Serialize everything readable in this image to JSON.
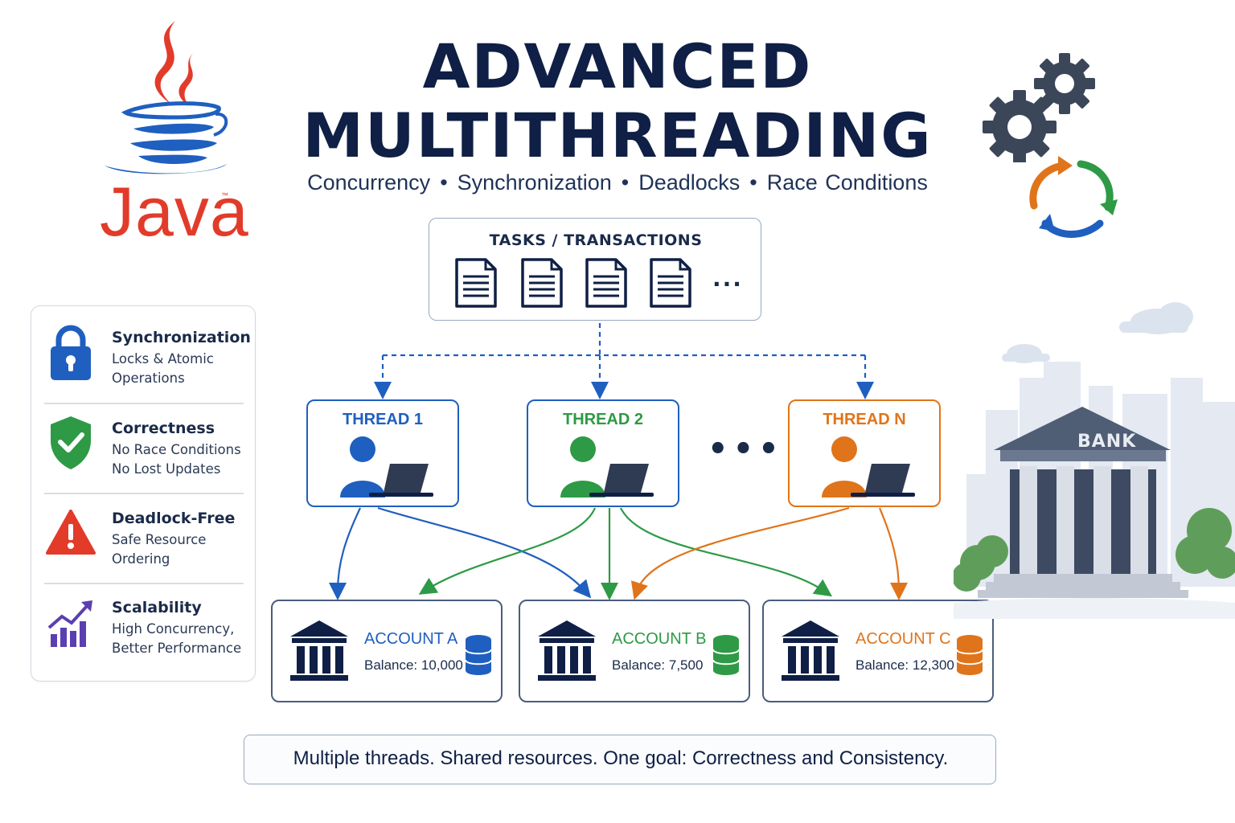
{
  "header": {
    "title_line1": "ADVANCED",
    "title_line2": "MULTITHREADING",
    "subtitle_items": [
      "Concurrency",
      "Synchronization",
      "Deadlocks",
      "Race Conditions"
    ],
    "subtitle_separator": "•"
  },
  "logo": {
    "word": "Java",
    "trademark": "™",
    "icon": "java-coffee-cup-icon",
    "color": "#e23b2a"
  },
  "features": [
    {
      "title": "Synchronization",
      "desc_line1": "Locks & Atomic",
      "desc_line2": "Operations",
      "icon": "padlock-icon",
      "color": "#1f5fbf"
    },
    {
      "title": "Correctness",
      "desc_line1": "No Race Conditions",
      "desc_line2": "No Lost Updates",
      "icon": "shield-check-icon",
      "color": "#2e9a45"
    },
    {
      "title": "Deadlock-Free",
      "desc_line1": "Safe Resource",
      "desc_line2": "Ordering",
      "icon": "warning-triangle-icon",
      "color": "#e23b2a"
    },
    {
      "title": "Scalability",
      "desc_line1": "High Concurrency,",
      "desc_line2": "Better Performance",
      "icon": "growth-chart-icon",
      "color": "#5b3fb0"
    }
  ],
  "tasks": {
    "title": "TASKS / TRANSACTIONS",
    "more": "...",
    "doc_icon": "document-icon"
  },
  "threads": [
    {
      "label": "THREAD 1",
      "color": "#1f5fbf"
    },
    {
      "label": "THREAD 2",
      "color": "#2e9a45"
    },
    {
      "label": "THREAD N",
      "color": "#e0741a"
    }
  ],
  "threads_more": "•••",
  "accounts": [
    {
      "name": "ACCOUNT A",
      "balance": "Balance: 10,000",
      "color": "#1f5fbf"
    },
    {
      "name": "ACCOUNT B",
      "balance": "Balance: 7,500",
      "color": "#2e9a45"
    },
    {
      "name": "ACCOUNT C",
      "balance": "Balance: 12,300",
      "color": "#e0741a"
    }
  ],
  "bank": {
    "label": "BANK",
    "icon": "bank-building-icon"
  },
  "decor": {
    "gears_icon": "gears-icon",
    "cycle_icon": "refresh-cycle-icon"
  },
  "footer": {
    "text": "Multiple threads. Shared resources. One goal: Correctness and Consistency."
  },
  "colors": {
    "navy": "#0f1f45",
    "blue": "#1f5fbf",
    "green": "#2e9a45",
    "orange": "#e0741a",
    "red": "#e23b2a"
  }
}
